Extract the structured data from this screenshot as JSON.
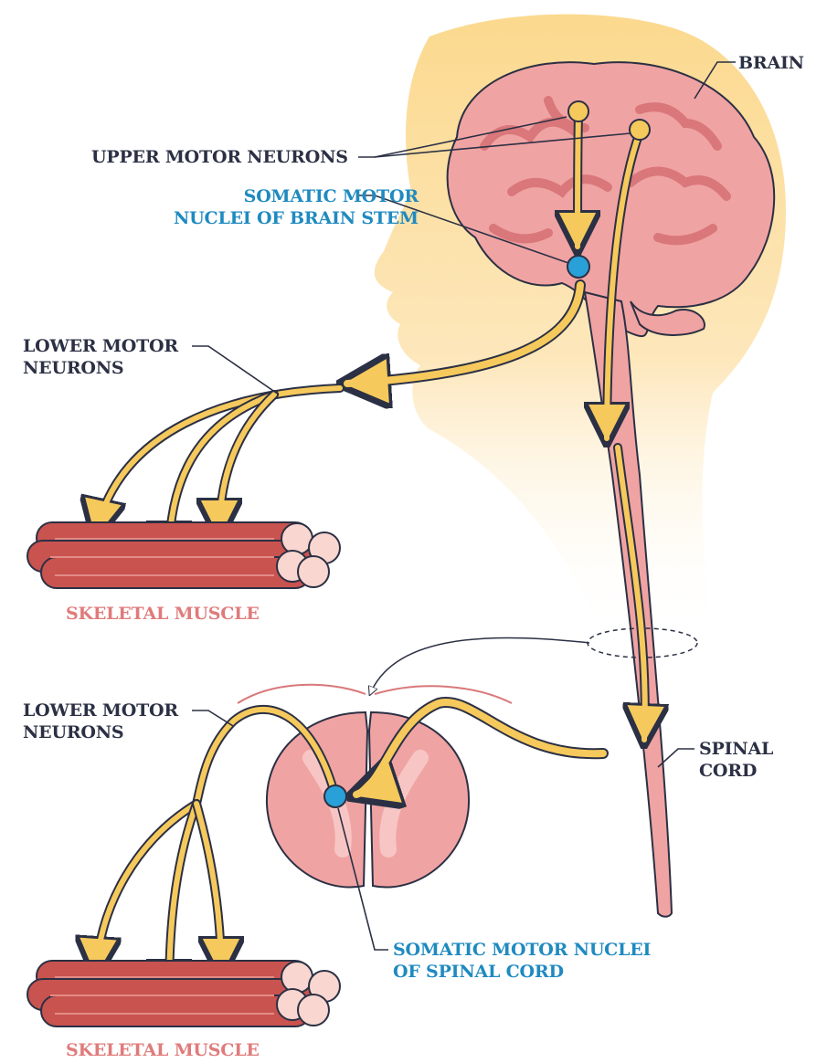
{
  "labels": {
    "brain": "BRAIN",
    "upper_motor_neurons": "UPPER MOTOR NEURONS",
    "somatic_brain_stem_line1": "SOMATIC MOTOR",
    "somatic_brain_stem_line2": "NUCLEI OF BRAIN STEM",
    "lower_motor_1_line1": "LOWER MOTOR",
    "lower_motor_1_line2": "NEURONS",
    "skeletal_muscle_1": "SKELETAL MUSCLE",
    "lower_motor_2_line1": "LOWER MOTOR",
    "lower_motor_2_line2": "NEURONS",
    "spinal_cord_line1": "SPINAL",
    "spinal_cord_line2": "CORD",
    "somatic_spinal_line1": "SOMATIC MOTOR NUCLEI",
    "somatic_spinal_line2": "OF SPINAL CORD",
    "skeletal_muscle_2": "SKELETAL MUSCLE"
  },
  "colors": {
    "label_dark": "#2b3044",
    "label_blue": "#1f8ac0",
    "label_muscle": "#e07b7b",
    "nerve_fill": "#f6c95c",
    "brain_fill": "#f0a3a3",
    "muscle_fill": "#c9534f",
    "head_fill": "#fbe1a6"
  }
}
